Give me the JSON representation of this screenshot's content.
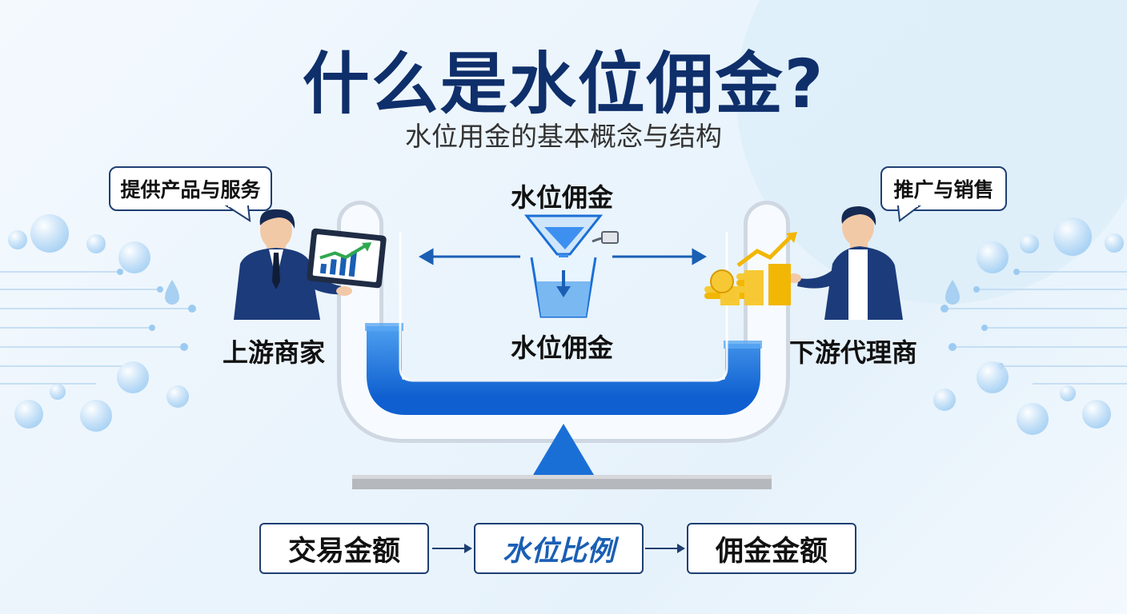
{
  "header": {
    "title": "什么是水位佣金?",
    "subtitle": "水位用金的基本概念与结构"
  },
  "left": {
    "speech": "提供产品与服务",
    "label": "上游商家"
  },
  "right": {
    "speech": "推广与销售",
    "label": "下游代理商"
  },
  "center": {
    "top_label": "水位佣金",
    "bottom_label": "水位佣金"
  },
  "formula": {
    "steps": [
      "交易金额",
      "水位比例",
      "佣金金额"
    ]
  },
  "icons": [
    "businessman-icon",
    "tablet-chart-icon",
    "funnel-icon",
    "cup-icon",
    "coins-chart-icon",
    "arrow-icon",
    "water-drop-icon"
  ],
  "colors": {
    "title": "#0f2f6b",
    "water": "#1e6fdc",
    "accent": "#1a5fb4",
    "coin": "#f2b705",
    "chart_green": "#2fa84f"
  }
}
